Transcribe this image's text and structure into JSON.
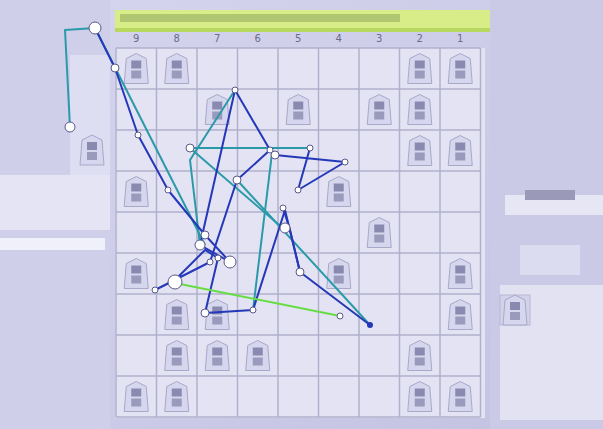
{
  "diagram": {
    "labels": [
      "9",
      "8",
      "7",
      "6",
      "5",
      "4",
      "3",
      "2",
      "1"
    ]
  }
}
